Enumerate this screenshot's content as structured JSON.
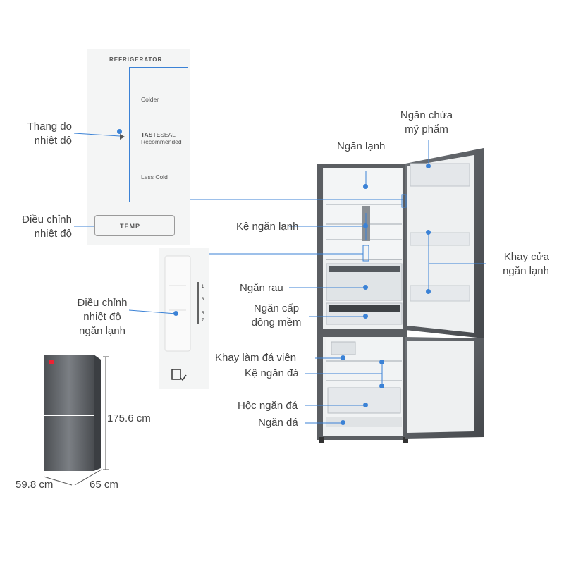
{
  "panel": {
    "title": "REFRIGERATOR",
    "colder": "Colder",
    "tasteseal_bold": "TASTE",
    "tasteseal_rest": "SEAL",
    "recommended": "Recommended",
    "less_cold": "Less Cold",
    "temp": "TEMP"
  },
  "dial_marks": [
    "1",
    "3",
    "5",
    "7"
  ],
  "labels": {
    "thang_do": [
      "Thang đo",
      "nhiệt độ"
    ],
    "dieu_chinh": [
      "Điều chỉnh",
      "nhiệt độ"
    ],
    "dieu_chinh_ngan_lanh": [
      "Điều chỉnh",
      "nhiệt độ",
      "ngăn lạnh"
    ],
    "ngan_lanh": "Ngăn lạnh",
    "ngan_chua_my_pham": [
      "Ngăn chứa",
      "mỹ phẩm"
    ],
    "ke_ngan_lanh": "Kệ ngăn lạnh",
    "khay_cua": [
      "Khay cửa",
      "ngăn lạnh"
    ],
    "ngan_rau": "Ngăn rau",
    "ngan_cap_dong": [
      "Ngăn cấp",
      "đông mềm"
    ],
    "khay_lam_da": "Khay làm đá viên",
    "ke_ngan_da": "Kệ ngăn đá",
    "hoc_ngan_da": "Hộc ngăn đá",
    "ngan_da": "Ngăn đá"
  },
  "dimensions": {
    "height": "175.6 cm",
    "width": "59.8 cm",
    "depth": "65 cm"
  },
  "colors": {
    "accent": "#3b82d6",
    "fridge_body": "#5b5e62",
    "interior": "#eef0f1"
  }
}
